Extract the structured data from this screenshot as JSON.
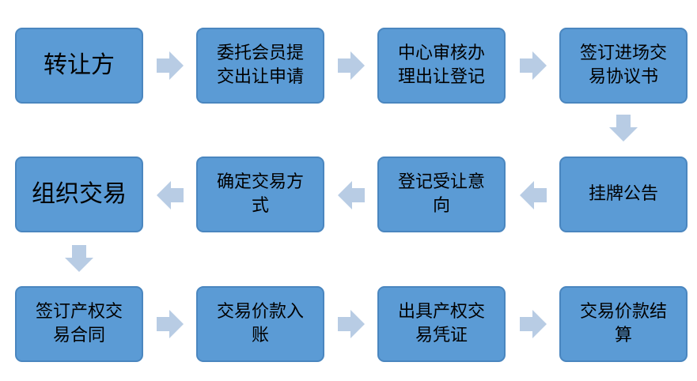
{
  "colors": {
    "box_fill": "#5b9bd5",
    "box_border": "#4a86bf",
    "arrow": "#b8cce4",
    "text": "#000000"
  },
  "steps": [
    {
      "label": "转让方"
    },
    {
      "label": "委托会员提交出让申请"
    },
    {
      "label": "中心审核办理出让登记"
    },
    {
      "label": "签订进场交易协议书"
    },
    {
      "label": "挂牌公告"
    },
    {
      "label": "登记受让意向"
    },
    {
      "label": "确定交易方式"
    },
    {
      "label": "组织交易"
    },
    {
      "label": "签订产权交易合同"
    },
    {
      "label": "交易价款入账"
    },
    {
      "label": "出具产权交易凭证"
    },
    {
      "label": "交易价款结算"
    }
  ]
}
